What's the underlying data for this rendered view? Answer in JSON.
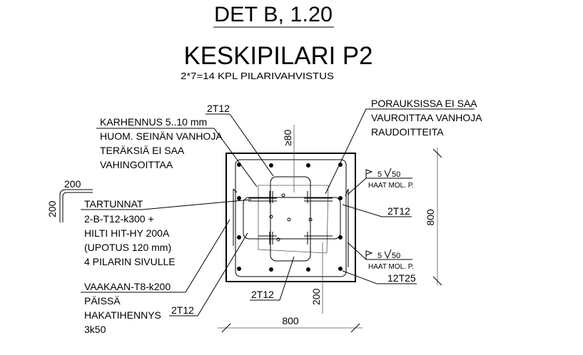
{
  "title": "DET B, 1.20",
  "subtitle": "KESKIPILARI P2",
  "note": "2*7=14 KPL PILARIVAHVISTUS",
  "labels": {
    "top_2t12": "2T12",
    "drill_note": [
      "PORAUKSISSA EI SAA",
      "VAUROITTAA VANHOJA",
      "RAUDOITTEITA"
    ],
    "min_cover": "≥80",
    "roughen": [
      "KARHENNUS 5..10 mm",
      "HUOM. SEINÄN VANHOJA",
      "TERÄKSIÄ EI SAA",
      "VAHINGOITTAA"
    ],
    "hook_h": "200",
    "hook_v": "200",
    "anchors": [
      "TARTUNNAT",
      "2-B-T12-k300 +",
      "HILTI HIT-HY 200A",
      "(UPOTUS 120 mm)",
      "4 PILARIN SIVULLE"
    ],
    "stirrups": [
      "VAAKAAN-T8-k200",
      "PÄISSÄ",
      "HAKATIHENNYS",
      "3k50"
    ],
    "left_2t12": "2T12",
    "bottom_2t12": "2T12",
    "dim_200": "200",
    "dim_bottom": "800",
    "dim_right": "800",
    "weld1": "5",
    "weld1_len": "50",
    "weld1_note": "HAAT MOL. P.",
    "weld2": "5",
    "weld2_len": "50",
    "weld2_note": "HAAT MOL. P.",
    "right_2t12": "2T12",
    "main_bars": "12T25"
  }
}
